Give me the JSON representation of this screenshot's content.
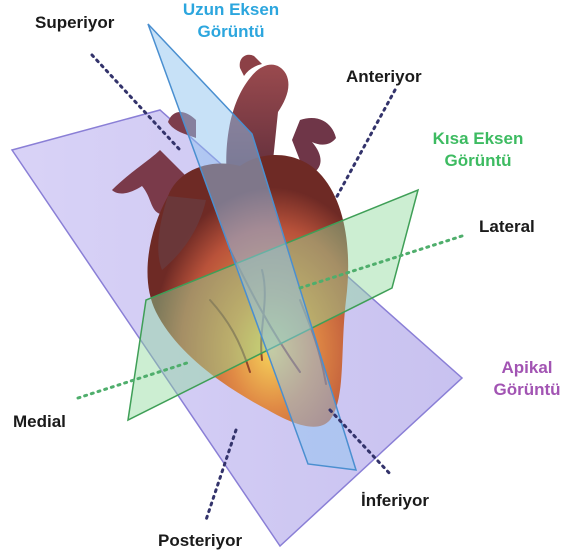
{
  "colors": {
    "label_dark": "#1a1a1a",
    "long_axis": "#2ca6de",
    "short_axis": "#3dbb61",
    "apical": "#a254b3",
    "axis_dots_dark": "#33336b",
    "axis_dots_green": "#4fae6c",
    "apical_plane_fill": "#a79be8",
    "long_axis_plane_fill": "#8fc3ef",
    "short_axis_plane_fill": "#8fd99b",
    "heart_muscle": "#c25a3c",
    "heart_highlight": "#f0c24a"
  },
  "labels": {
    "superior": "Superiyor",
    "long_axis_line1": "Uzun Eksen",
    "long_axis_line2": "Görüntü",
    "anterior": "Anteriyor",
    "short_axis_line1": "Kısa Eksen",
    "short_axis_line2": "Görüntü",
    "lateral": "Lateral",
    "apical_line1": "Apikal",
    "apical_line2": "Görüntü",
    "medial": "Medial",
    "inferior": "İnferiyor",
    "posterior": "Posteriyor"
  },
  "icons": {
    "heart": "heart-anatomy-illustration"
  }
}
